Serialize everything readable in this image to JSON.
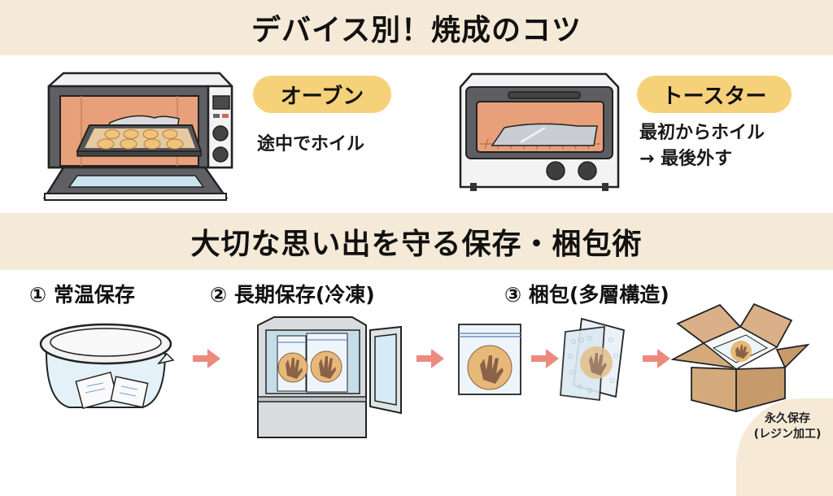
{
  "section1": {
    "title": "デバイス別！焼成のコツ",
    "devices": [
      {
        "name": "オーブン",
        "tip_lines": [
          "途中でホイル"
        ],
        "icon": "oven-illustration"
      },
      {
        "name": "トースター",
        "tip_lines": [
          "最初からホイル",
          "→ 最後外す"
        ],
        "icon": "toaster-oven-illustration"
      }
    ]
  },
  "section2": {
    "title": "大切な思い出を守る保存・梱包術",
    "steps": [
      {
        "label": "① 常温保存",
        "icon": "airtight-container-with-desiccant"
      },
      {
        "label": "② 長期保存(冷凍)",
        "icon": "freezer-with-bagged-cookies"
      },
      {
        "label": "③ 梱包(多層構造)",
        "icon": "zip-bag-bubble-wrap-box"
      }
    ],
    "final_badge_lines": [
      "永久保存",
      "(レジン加工)"
    ]
  },
  "colors": {
    "band": "#f5ead7",
    "pill": "#f5d27a",
    "arrow": "#ec8a7e",
    "oven_interior": "#e8a07a",
    "cookie": "#e7b978",
    "handprint": "#8a6248",
    "cardboard": "#d4aa7d"
  }
}
